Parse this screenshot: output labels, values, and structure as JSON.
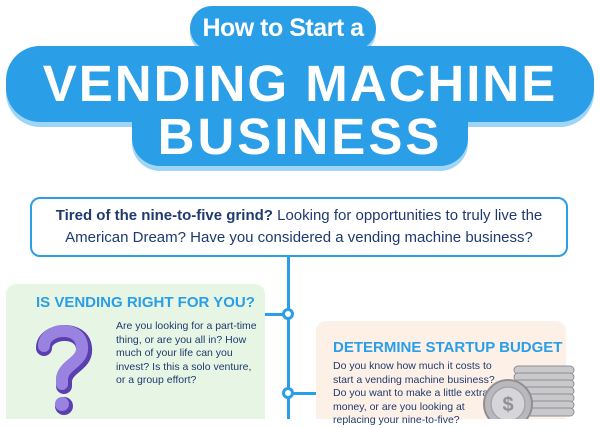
{
  "header": {
    "subtitle": "How to Start a",
    "title_line1": "VENDING MACHINE",
    "title_line2": "BUSINESS"
  },
  "intro": {
    "bold": "Tired of the nine-to-five grind?",
    "text": " Looking for opportunities to truly live the American Dream? Have you considered a vending machine business?"
  },
  "sections": [
    {
      "title": "IS VENDING RIGHT FOR YOU?",
      "text": "Are you looking for a part-time thing, or are you all in? How much of your life can you invest? Is this a solo venture, or a group effort?",
      "icon": "question-mark-icon"
    },
    {
      "title": "DETERMINE STARTUP BUDGET",
      "text": "Do you know how much it costs to start a vending machine business? Do you want to make a little extra money, or are you looking at replacing your nine-to-five?",
      "icon": "coins-icon"
    }
  ],
  "colors": {
    "accent": "#2a9ee6",
    "accent_light": "#9fd6f6",
    "text_dark": "#1f3a6e",
    "green_card": "#e7f5e4",
    "peach_card": "#fdf0e6",
    "question_mark": "#8b6fd6"
  }
}
